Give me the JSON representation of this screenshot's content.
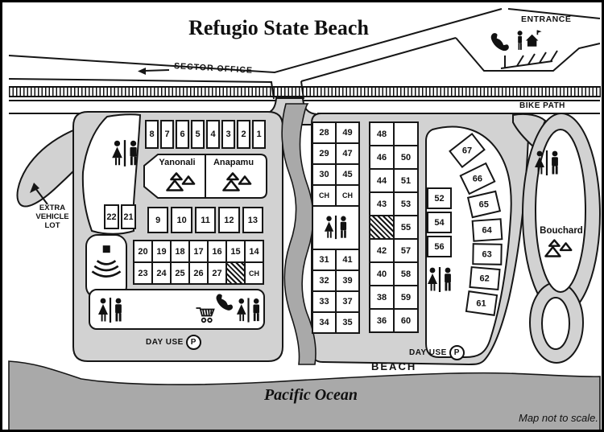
{
  "title": "Refugio State Beach",
  "top": {
    "entrance_label": "ENTRANCE",
    "sector_office_label": "SECTOR OFFICE",
    "bike_path_label": "BIKE PATH"
  },
  "areas": {
    "yanonali": "Yanonali",
    "anapamu": "Anapamu",
    "bouchard": "Bouchard",
    "extra_vehicle_lot_lines": [
      "EXTRA",
      "VEHICLE",
      "LOT"
    ]
  },
  "day_use": {
    "label": "DAY USE",
    "parking_symbol": "P"
  },
  "beach_label": "BEACH",
  "ocean_label": "Pacific Ocean",
  "scale_note": "Map not to scale.",
  "colors": {
    "road": "#d2d2d2",
    "water": "#a9a9a9",
    "outline": "#161616"
  },
  "icons": {
    "restroom": "restroom-icon",
    "phone": "phone-icon",
    "cart": "shopping-cart-icon",
    "tents": "group-camp-tents-icon",
    "amphitheater": "amphitheater-icon",
    "ranger_station": "ranger-station-icon",
    "parking": "parking-icon"
  },
  "sites": {
    "row_top": [
      "8",
      "7",
      "6",
      "5",
      "4",
      "3",
      "2",
      "1"
    ],
    "pair_22_21": [
      "22",
      "21"
    ],
    "row_9_13": [
      "9",
      "10",
      "11",
      "12",
      "13"
    ],
    "row_20_14": [
      "20",
      "19",
      "18",
      "17",
      "16",
      "15",
      "14"
    ],
    "row_23_ch": [
      "23",
      "24",
      "25",
      "26",
      "27",
      null,
      "CH"
    ],
    "col_a": [
      [
        "28",
        "49"
      ],
      [
        "29",
        "47"
      ],
      [
        "30",
        "45"
      ],
      [
        "CH",
        "CH"
      ],
      [
        "31",
        "41"
      ],
      [
        "32",
        "39"
      ],
      [
        "33",
        "37"
      ],
      [
        "34",
        "35"
      ]
    ],
    "col_b": [
      [
        "48",
        ""
      ],
      [
        "46",
        "50"
      ],
      [
        "44",
        "51"
      ],
      [
        "43",
        "53"
      ],
      [
        null,
        "55"
      ],
      [
        "42",
        "57"
      ],
      [
        "40",
        "58"
      ],
      [
        "38",
        "59"
      ],
      [
        "36",
        "60"
      ]
    ],
    "col_52": [
      "52",
      "54",
      "56"
    ],
    "curve_61_67": [
      "67",
      "66",
      "65",
      "64",
      "63",
      "62",
      "61"
    ]
  }
}
